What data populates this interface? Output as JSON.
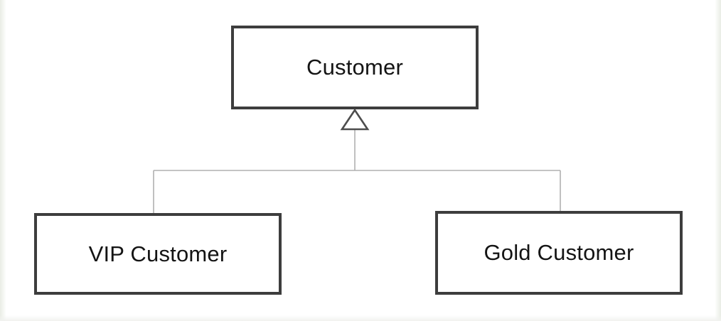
{
  "diagram": {
    "type": "uml-class-inheritance",
    "nodes": {
      "parent": {
        "label": "Customer"
      },
      "child_left": {
        "label": "VIP Customer"
      },
      "child_right": {
        "label": "Gold Customer"
      }
    },
    "relationships": [
      {
        "from": "VIP Customer",
        "to": "Customer",
        "kind": "generalization"
      },
      {
        "from": "Gold Customer",
        "to": "Customer",
        "kind": "generalization"
      }
    ],
    "colors": {
      "box_border": "#3d3d3d",
      "box_fill": "#ffffff",
      "text": "#141414",
      "connector": "#b0b0b0",
      "triangle_stroke": "#4d4d4d",
      "background": "#ffffff"
    }
  }
}
